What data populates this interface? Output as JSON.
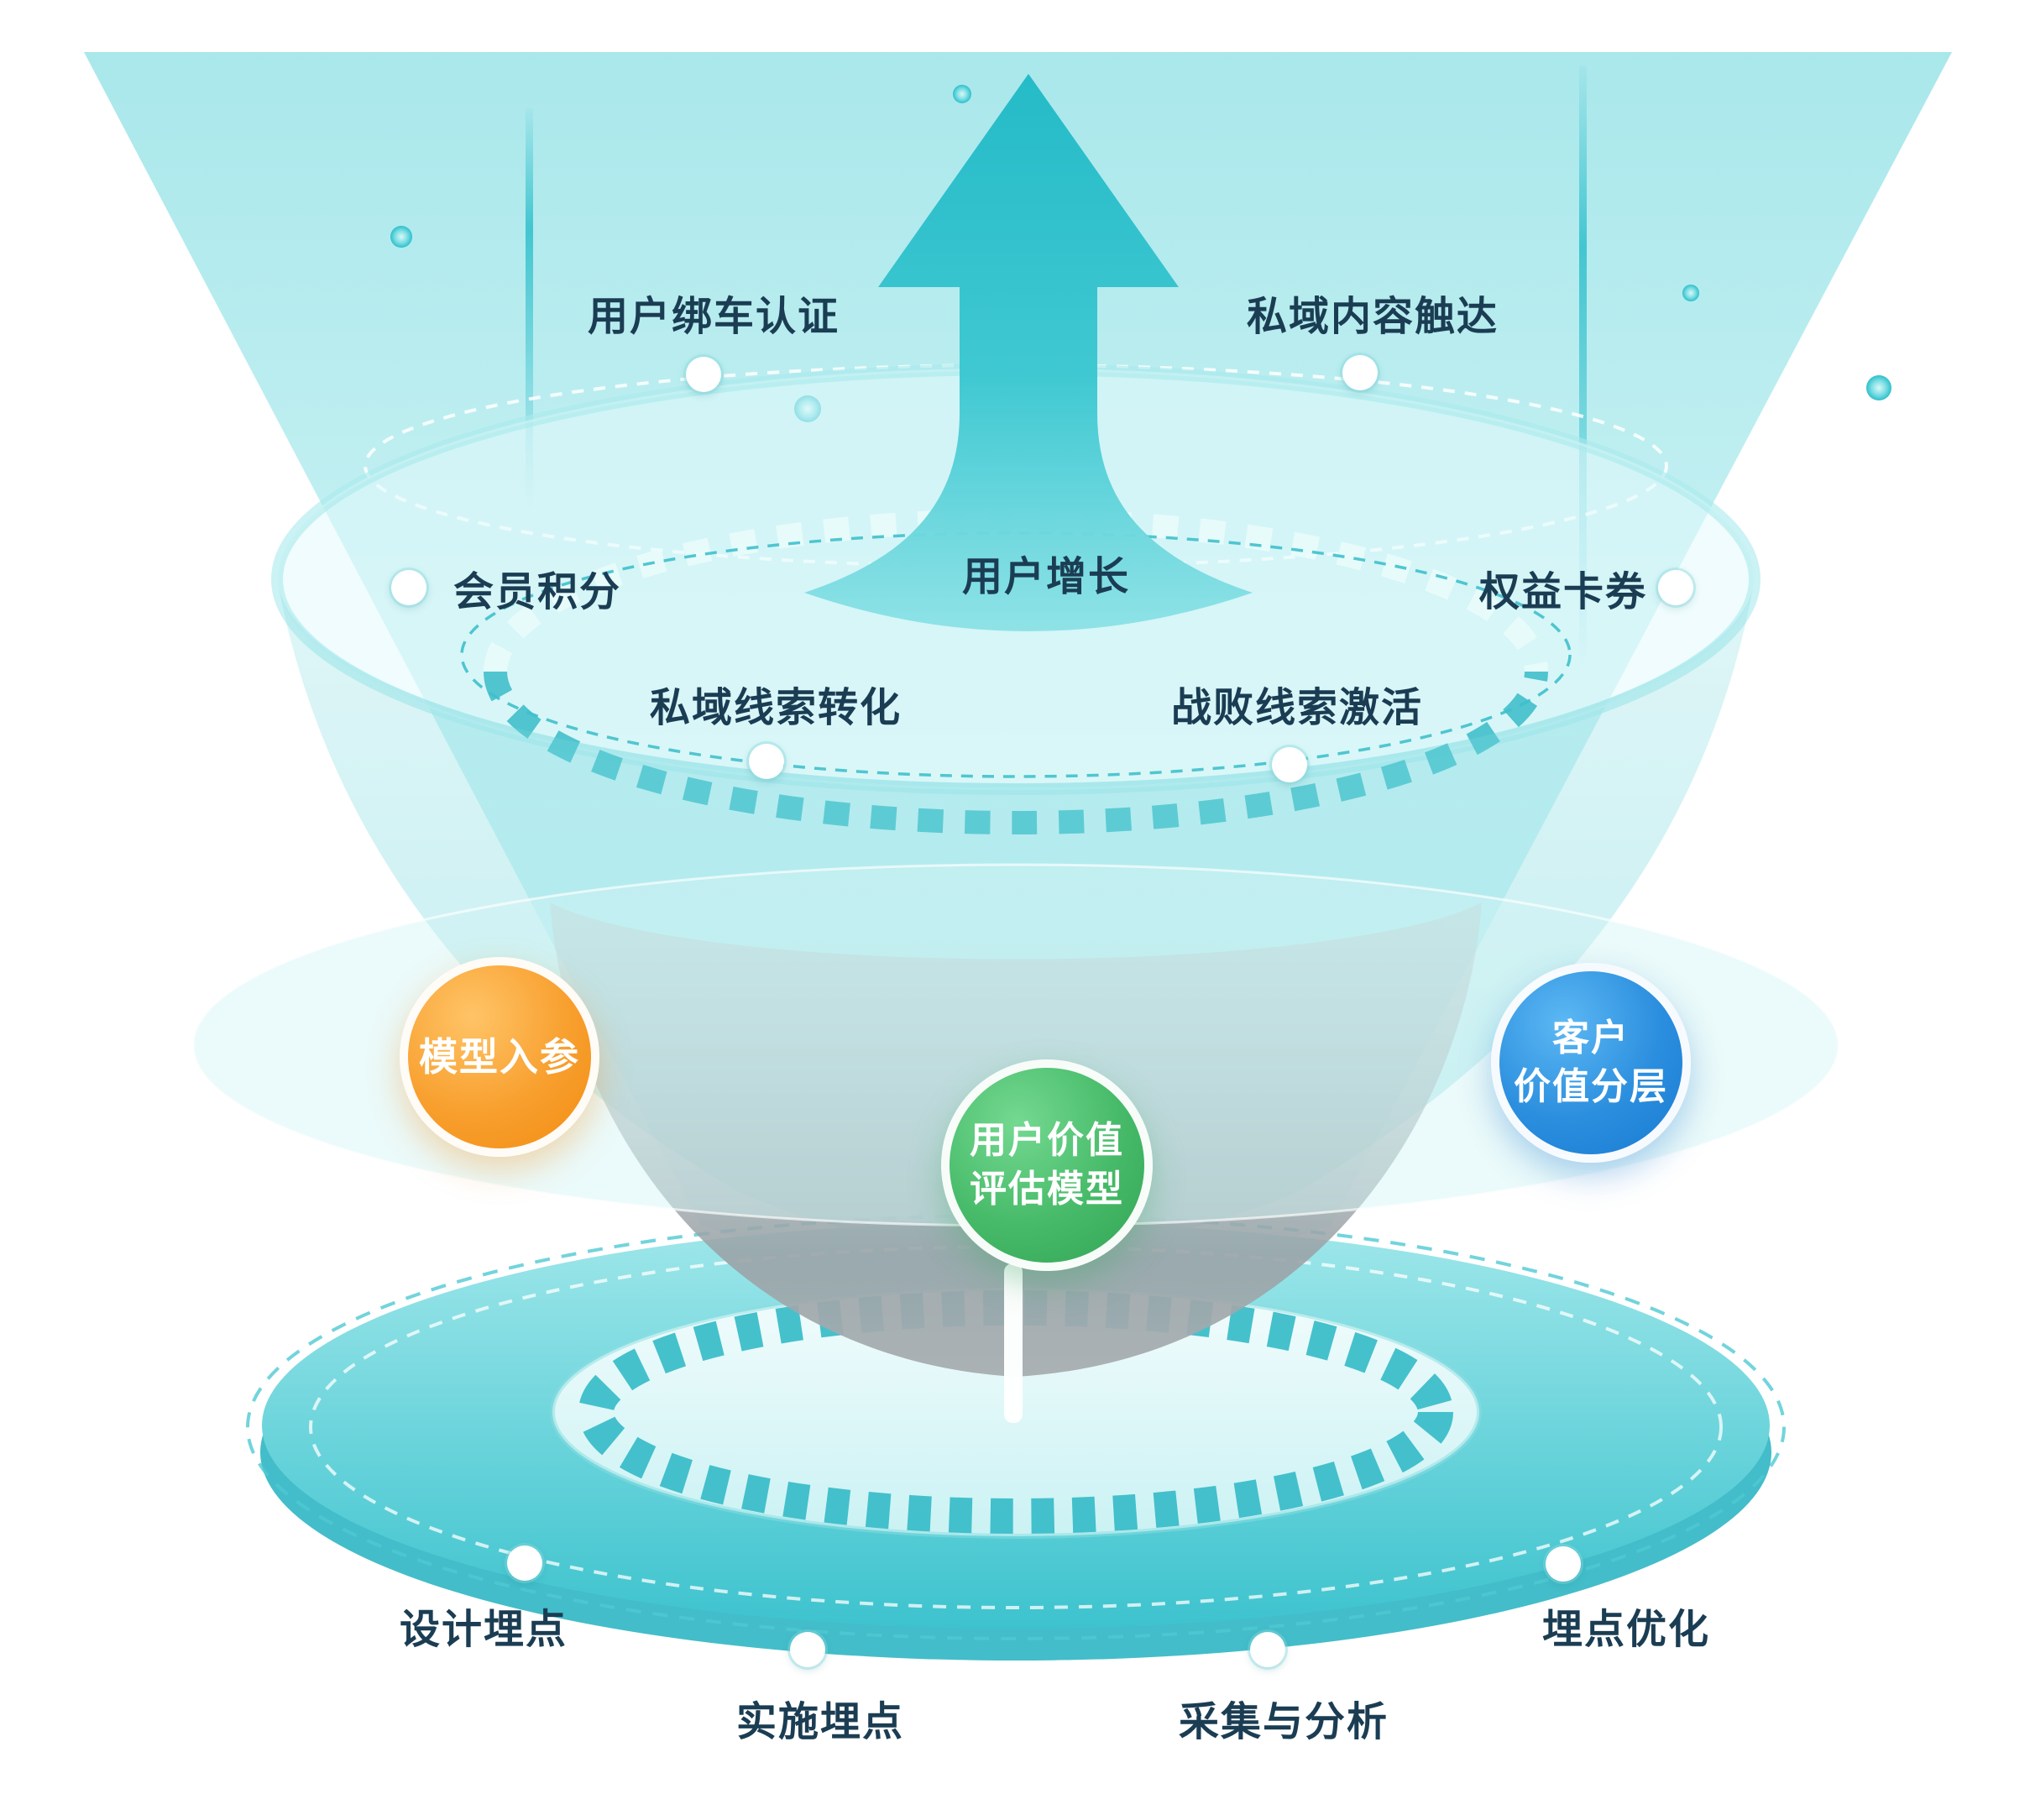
{
  "diagram": {
    "type": "user-growth-funnel",
    "arrow_label": "用户增长",
    "touchpoints": [
      {
        "id": "bind-auth",
        "label": "用户绑车认证"
      },
      {
        "id": "private-content-reach",
        "label": "私域内容触达"
      },
      {
        "id": "member-points",
        "label": "会员积分"
      },
      {
        "id": "benefit-coupons",
        "label": "权益卡券"
      },
      {
        "id": "private-lead-conversion",
        "label": "私域线索转化"
      },
      {
        "id": "lost-lead-activation",
        "label": "战败线索激活"
      }
    ],
    "model_nodes": [
      {
        "id": "model-input",
        "lines": [
          "模型入参"
        ],
        "color": "#F5941E"
      },
      {
        "id": "user-value-model",
        "lines": [
          "用户价值",
          "评估模型"
        ],
        "color": "#3BAE5E"
      },
      {
        "id": "customer-value-tiers",
        "lines": [
          "客户",
          "价值分层"
        ],
        "color": "#1F84D8"
      }
    ],
    "tracking_steps": [
      {
        "id": "design-tracking",
        "label": "设计埋点"
      },
      {
        "id": "implement-tracking",
        "label": "实施埋点"
      },
      {
        "id": "collect-analyze",
        "label": "采集与分析"
      },
      {
        "id": "tracking-optimize",
        "label": "埋点优化"
      }
    ],
    "colors": {
      "teal_primary": "#3BC5D0",
      "teal_light": "#C2EFF1",
      "label_text": "#1B3D53",
      "node_orange": "#F5941E",
      "node_green": "#3BAE5E",
      "node_blue": "#1F84D8"
    }
  }
}
